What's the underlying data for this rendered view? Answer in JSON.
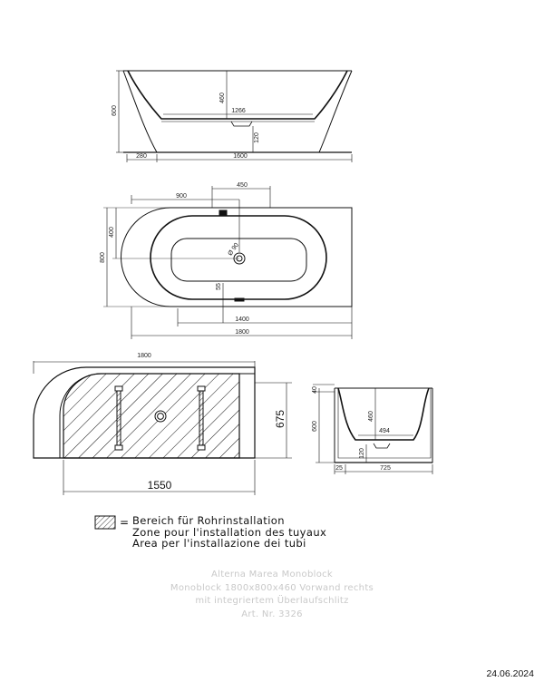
{
  "side_view": {
    "height_label": "600",
    "inner_depth_label": "460",
    "bottom_length_label": "1266",
    "foot_height_label": "120",
    "left_offset_label": "280",
    "total_length_label": "1600"
  },
  "top_view": {
    "offset_left_label": "900",
    "drain_offset_label": "450",
    "drain_to_edge_label": "400",
    "width_label": "800",
    "drain_diameter_label": "Ø 90",
    "overflow_label": "55",
    "inner_length_label": "1400",
    "total_length_label": "1800"
  },
  "install_view": {
    "total_length_label": "1800",
    "depth_label": "675",
    "zone_length_label": "1550"
  },
  "end_view": {
    "rim_label": "40",
    "height_label": "600",
    "inner_depth_label": "460",
    "bottom_width_label": "494",
    "foot_height_label": "120",
    "left_offset_label": "25",
    "total_width_label": "725"
  },
  "legend": {
    "swatch_icon": "hatched-square-icon",
    "prefix": "=",
    "lines": [
      "Bereich für Rohrinstallation",
      "Zone pour l'installation des tuyaux",
      "Area per l'installazione dei tubi"
    ]
  },
  "title_block": {
    "lines": [
      "Alterna Marea Monoblock",
      "Monoblock 1800x800x460 Vorwand rechts",
      "mit integriertem Überlaufschlitz",
      "Art. Nr. 3326"
    ]
  },
  "date": "24.06.2024",
  "colors": {
    "line": "#111111",
    "title_text": "#c9c9c9"
  }
}
